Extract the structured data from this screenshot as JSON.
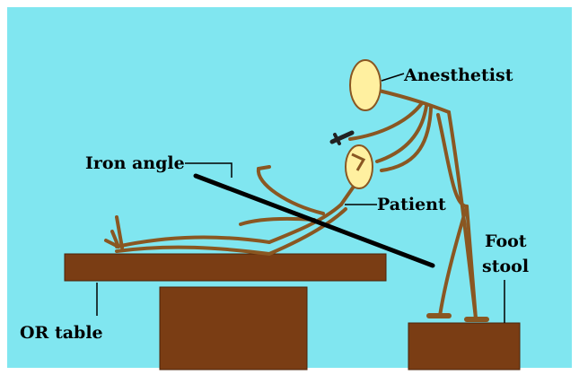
{
  "labels": {
    "anesthetist": "Anesthetist",
    "iron_angle": "Iron angle",
    "patient": "Patient",
    "foot_line1": "Foot",
    "foot_line2": "stool",
    "or_table": "OR table"
  },
  "colors": {
    "background": "#80e6f0",
    "furniture": "#7a3d14",
    "figure_stroke": "#8a5722",
    "head_fill": "#fff0a0",
    "iron_angle": "#000000",
    "text": "#000000"
  }
}
